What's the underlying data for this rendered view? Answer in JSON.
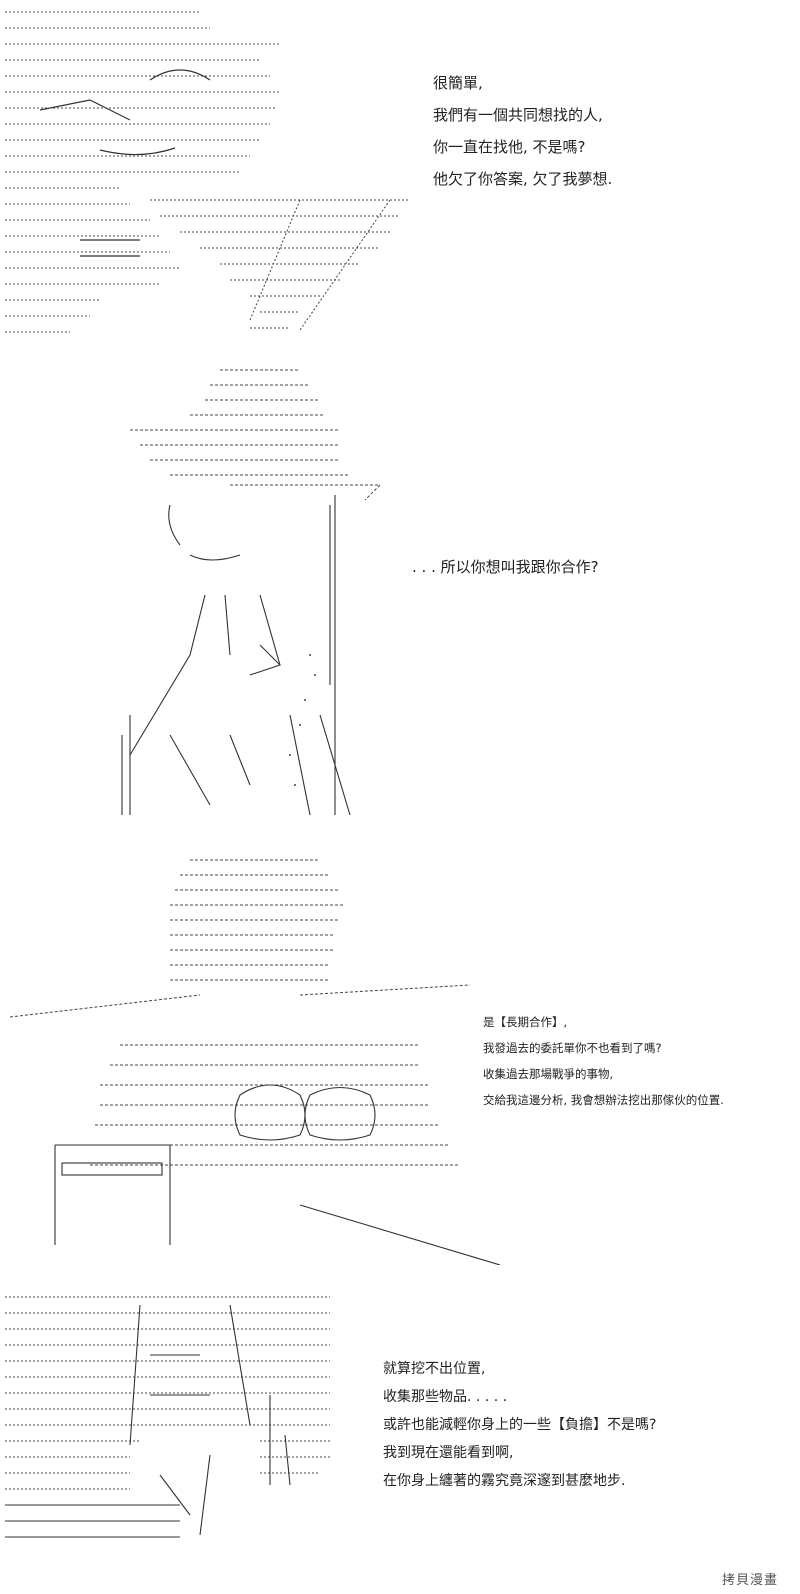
{
  "panels": [
    {
      "dialogue": [
        "很簡單,",
        "我們有一個共同想找的人,",
        "你一直在找他, 不是嗎?",
        "他欠了你答案, 欠了我夢想."
      ]
    },
    {
      "dialogue": [
        ". . . 所以你想叫我跟你合作?"
      ]
    },
    {
      "dialogue": [
        "是【長期合作】,",
        "我發過去的委託單你不也看到了嗎?",
        "收集過去那場戰爭的事物,",
        "交給我這邊分析, 我會想辦法挖出那傢伙的位置."
      ]
    },
    {
      "dialogue": [
        "就算挖不出位置,",
        "收集那些物品. . . . .",
        "或許也能減輕你身上的一些【負擔】不是嗎?",
        "我到現在還能看到啊,",
        "在你身上纏著的霧究竟深邃到甚麼地步."
      ]
    }
  ],
  "watermark": "拷貝漫畫"
}
